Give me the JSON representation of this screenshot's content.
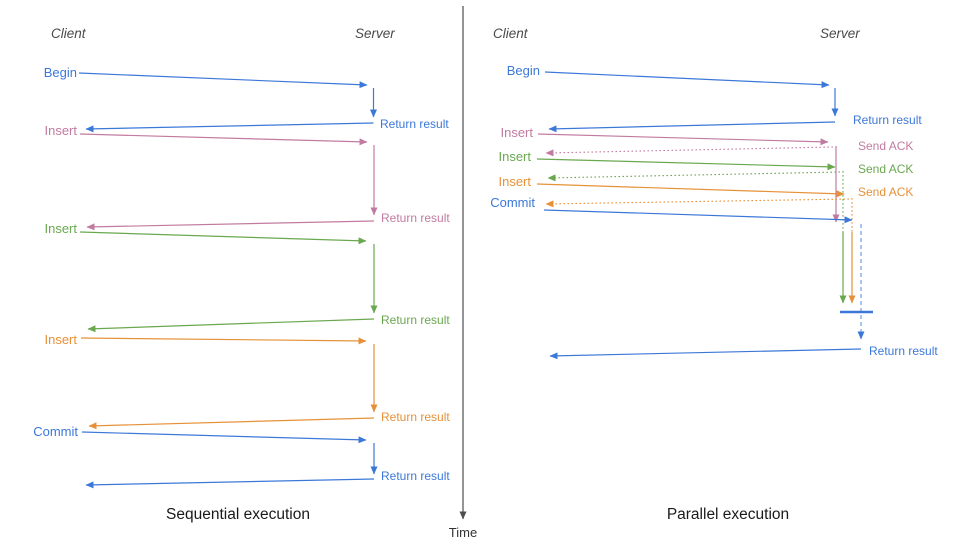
{
  "colors": {
    "blue": "#3c78d8",
    "pink": "#c27ba0",
    "green": "#6aa84f",
    "orange": "#e69138",
    "lightblue": "#6d9eeb",
    "axis": "#4d4d4d"
  },
  "time_axis": {
    "label": "Time"
  },
  "panels": [
    {
      "caption": "Sequential execution",
      "client": "Client",
      "server": "Server",
      "operations": [
        {
          "label": "Begin",
          "color": "blue",
          "response": "Return result"
        },
        {
          "label": "Insert",
          "color": "pink",
          "response": "Return result"
        },
        {
          "label": "Insert",
          "color": "green",
          "response": "Return result"
        },
        {
          "label": "Insert",
          "color": "orange",
          "response": "Return result"
        },
        {
          "label": "Commit",
          "color": "blue",
          "response": "Return result"
        }
      ]
    },
    {
      "caption": "Parallel execution",
      "client": "Client",
      "server": "Server",
      "operations": [
        {
          "label": "Begin",
          "color": "blue",
          "response": "Return result"
        },
        {
          "label": "Insert",
          "color": "pink",
          "response": "Send ACK"
        },
        {
          "label": "Insert",
          "color": "green",
          "response": "Send ACK"
        },
        {
          "label": "Insert",
          "color": "orange",
          "response": "Send ACK"
        },
        {
          "label": "Commit",
          "color": "blue",
          "response": "Return result"
        }
      ]
    }
  ]
}
